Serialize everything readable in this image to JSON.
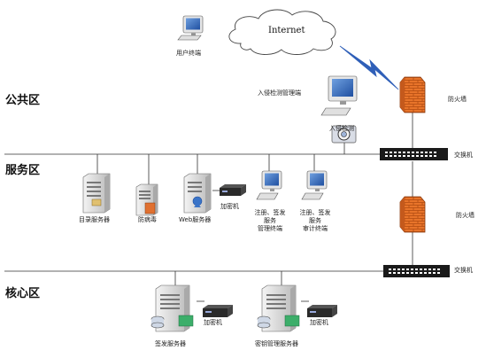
{
  "zones": {
    "public": "公共区",
    "service": "服务区",
    "core": "核心区"
  },
  "internet": {
    "label": "Internet"
  },
  "nodes": {
    "user_terminal": "用户终端",
    "ids_mgmt": "入侵检测管理端",
    "ids": "入侵检测",
    "firewall_top": "防火墙",
    "switch_top": "交换机",
    "firewall_mid": "防火墙",
    "switch_bottom": "交换机",
    "dir_server": "目录服务器",
    "antivirus": "防病毒",
    "web_server": "Web服务器",
    "encryptor_service": "加密机",
    "reg_mgmt_line1": "注册、签发",
    "reg_mgmt_line2": "服务",
    "reg_mgmt_line3": "管理终端",
    "reg_audit_line1": "注册、签发",
    "reg_audit_line2": "服务",
    "reg_audit_line3": "审计终端",
    "sign_server": "签发服务器",
    "encryptor_core1": "加密机",
    "key_server": "密钥管理服务器",
    "encryptor_core2": "加密机"
  },
  "colors": {
    "line": "#333333",
    "firewall": "#e8742a",
    "brick": "#b14a10",
    "switch": "#1a1a1a",
    "lightning": "#2f5fb8",
    "server": "#dcdcdc",
    "monitor_screen": "#1f4fa0"
  }
}
